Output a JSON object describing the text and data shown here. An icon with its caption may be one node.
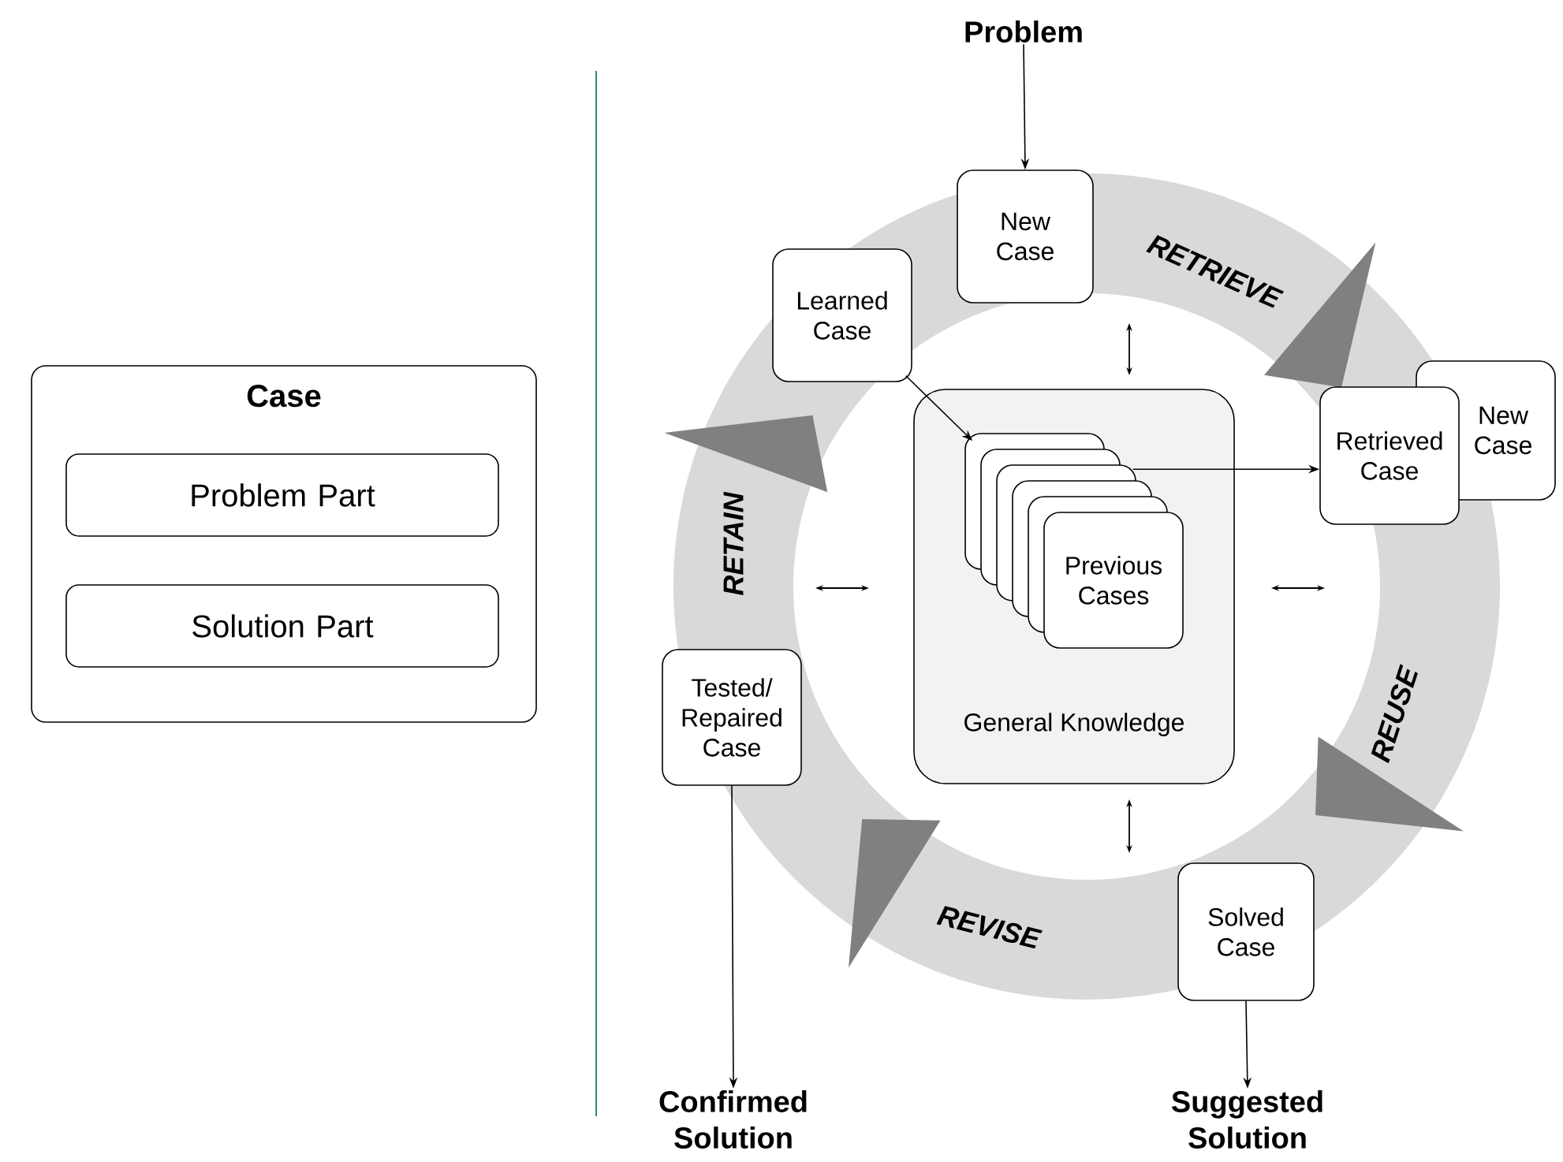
{
  "diagram": {
    "nodes": [
      {
        "text": [
          "Case"
        ]
      },
      {
        "text": [
          "Problem Part"
        ],
        "in": 0
      },
      {
        "text": [
          "Solution Part"
        ],
        "in": 0
      },
      {
        "text": [
          "Problem"
        ]
      },
      {
        "text": [
          "New Case"
        ]
      },
      {
        "text": [
          "Learned Case"
        ]
      },
      {
        "text": [
          "General Knowledge"
        ]
      },
      {
        "text": [
          "Previous Cases"
        ],
        "in": 6
      },
      {
        "text": [
          "New Case"
        ]
      },
      {
        "text": [
          "Retrieved Case"
        ]
      },
      {
        "text": [
          "Tested/ Repaired Case"
        ]
      },
      {
        "text": [
          "Solved Case"
        ]
      },
      {
        "text": [
          "Confirmed Solution"
        ]
      },
      {
        "text": [
          "Suggested Solution"
        ]
      }
    ],
    "edges": [
      {
        "from": 3,
        "to": 4,
        "arrow": "to"
      },
      {
        "from": 5,
        "to": 7,
        "arrow": "to"
      },
      {
        "from": 7,
        "to": 9,
        "arrow": "to"
      },
      {
        "from": 10,
        "to": 12,
        "arrow": "to"
      },
      {
        "from": 11,
        "to": 13,
        "arrow": "to"
      }
    ],
    "labels": [
      "RETRIEVE",
      "RETAIN",
      "REUSE",
      "REVISE"
    ]
  }
}
